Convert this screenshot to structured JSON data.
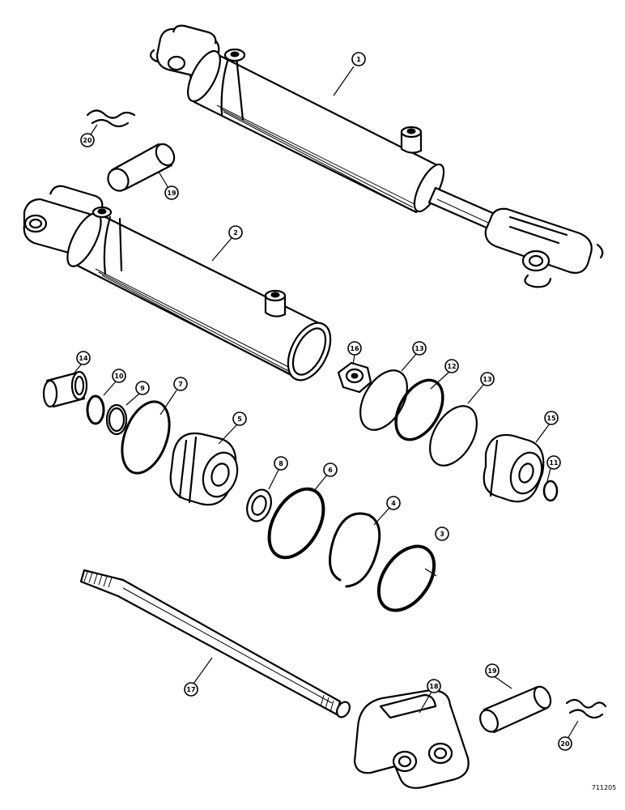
{
  "figure": {
    "id_label": "711205"
  },
  "callouts": {
    "c1": "1",
    "c2": "2",
    "c3": "3",
    "c4": "4",
    "c5": "5",
    "c6": "6",
    "c7": "7",
    "c8": "8",
    "c9": "9",
    "c10": "10",
    "c11": "11",
    "c12": "12",
    "c13a": "13",
    "c13b": "13",
    "c14": "14",
    "c15": "15",
    "c16": "16",
    "c17": "17",
    "c18": "18",
    "c19a": "19",
    "c19b": "19",
    "c20a": "20",
    "c20b": "20"
  }
}
